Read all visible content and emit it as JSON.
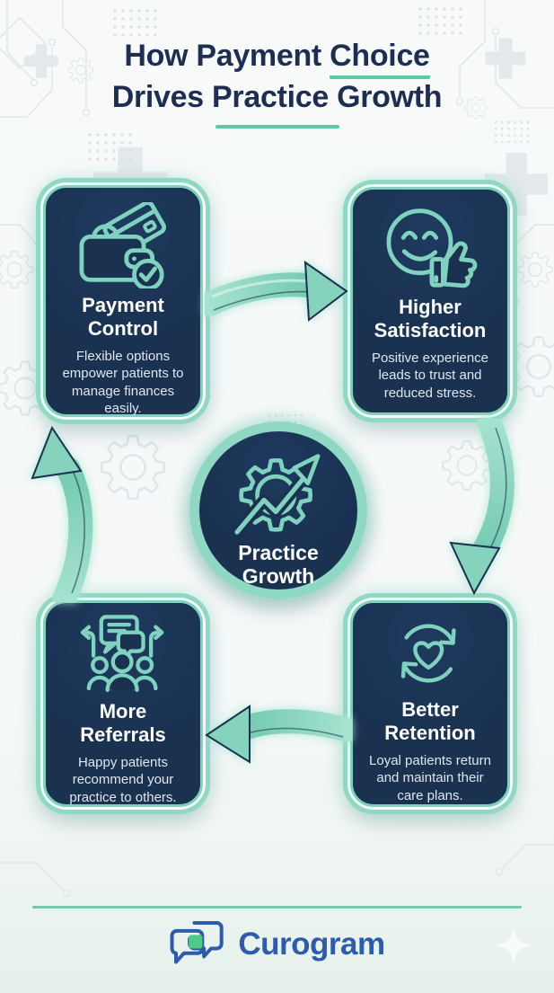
{
  "header": {
    "title_line1_prefix": "How Payment ",
    "title_line1_highlight": "Choice",
    "title_line2": "Drives Practice Growth"
  },
  "cycle": {
    "flow_direction": "clockwise",
    "center": {
      "icon": "gear-growth-arrow-icon",
      "label_line1": "Practice",
      "label_line2": "Growth"
    },
    "cards": [
      {
        "position": "top-left",
        "icon": "wallet-card-check-icon",
        "title_line1": "Payment",
        "title_line2": "Control",
        "description": "Flexible options empower patients to manage finances easily."
      },
      {
        "position": "top-right",
        "icon": "smiley-thumbs-up-icon",
        "title_line1": "Higher",
        "title_line2": "Satisfaction",
        "description": "Positive experience leads to trust and reduced stress."
      },
      {
        "position": "bottom-right",
        "icon": "heart-refresh-icon",
        "title_line1": "Better",
        "title_line2": "Retention",
        "description": "Loyal patients return and maintain their care plans."
      },
      {
        "position": "bottom-left",
        "icon": "people-chat-referral-icon",
        "title_line1": "More",
        "title_line2": "Referrals",
        "description": "Happy patients recommend your practice to others."
      }
    ]
  },
  "footer": {
    "brand": "Curogram",
    "logo_icon": "chat-bubbles-logo-icon"
  },
  "background_motifs": [
    "medical-cross",
    "gear",
    "circuit-lines",
    "dot-grid",
    "sparkle"
  ],
  "colors": {
    "card_navy": "#1a3150",
    "teal_border": "#8ed8c4",
    "teal_icon": "#7fd2be",
    "arrow_teal": "#85d2bd",
    "title_navy": "#1d2e52",
    "underline_teal": "#5fc9a5",
    "brand_blue": "#2b5cad",
    "logo_green": "#4ec987",
    "background": "#f6f8f8",
    "footer_background": "#e7f1ec"
  }
}
